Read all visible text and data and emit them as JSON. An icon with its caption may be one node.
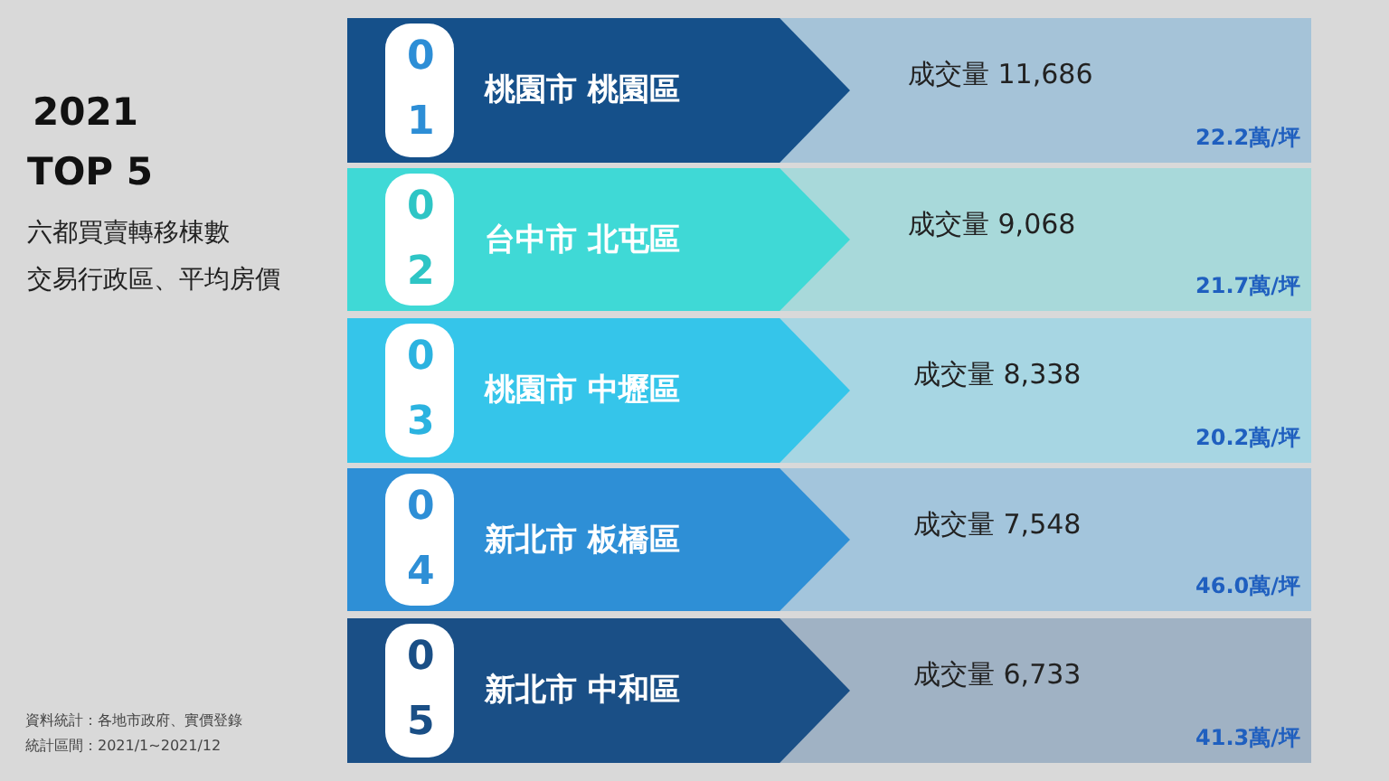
{
  "diagram": {
    "nodes": [
      {
        "text": [
          "01",
          "桃園市 桃園區"
        ]
      },
      {
        "text": [
          "成交量 11,686",
          "22.2萬/坪"
        ]
      },
      {
        "text": [
          "02",
          "台中市 北屯區"
        ]
      },
      {
        "text": [
          "成交量 9,068",
          "21.7萬/坪"
        ]
      },
      {
        "text": [
          "03",
          "桃園市 中壢區"
        ]
      },
      {
        "text": [
          "成交量 8,338",
          "20.2萬/坪"
        ]
      },
      {
        "text": [
          "04",
          "新北市 板橋區"
        ]
      },
      {
        "text": [
          "成交量 7,548",
          "46.0萬/坪"
        ]
      },
      {
        "text": [
          "05",
          "新北市 中和區"
        ]
      },
      {
        "text": [
          "成交量 6,733",
          "41.3萬/坪"
        ]
      }
    ],
    "labels": [
      "2021",
      "TOP 5",
      "六都買賣轉移棟數",
      "交易行政區、平均房價",
      "資料統計：各地市政府、實價登錄",
      "統計區間：2021/1~2021/12"
    ]
  }
}
